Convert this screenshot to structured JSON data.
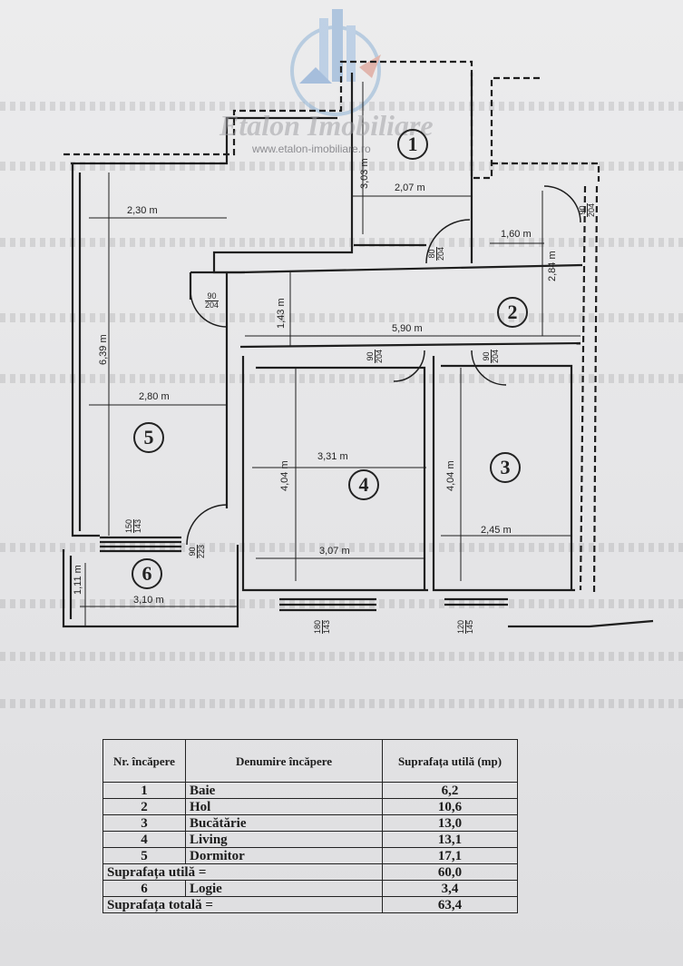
{
  "watermark": {
    "brand": "Etalon Imobiliare",
    "url": "www.etalon-imobiliare.ro"
  },
  "dimensions": {
    "d1": "3,03 m",
    "d2": "2,07 m",
    "d3": "1,60 m",
    "d4": "2,84 m",
    "d5": "2,30 m",
    "d6": "1,43 m",
    "d7": "5,90 m",
    "d8": "6,39 m",
    "d9": "2,80 m",
    "d10": "3,31 m",
    "d11": "4,04 m",
    "d12": "4,04 m",
    "d13": "2,45 m",
    "d14": "3,07 m",
    "d15": "1,11 m",
    "d16": "3,10 m"
  },
  "doors": [
    {
      "top": "80",
      "bottom": "204"
    },
    {
      "top": "90",
      "bottom": "204"
    },
    {
      "top": "90",
      "bottom": "204"
    },
    {
      "top": "90",
      "bottom": "204"
    },
    {
      "top": "90",
      "bottom": "204"
    },
    {
      "top": "150",
      "bottom": "143"
    },
    {
      "top": "90",
      "bottom": "223"
    },
    {
      "top": "180",
      "bottom": "143"
    },
    {
      "top": "120",
      "bottom": "145"
    }
  ],
  "rooms": [
    "1",
    "2",
    "3",
    "4",
    "5",
    "6"
  ],
  "table": {
    "header": {
      "nr": "Nr. încăpere",
      "name": "Denumire încăpere",
      "area": "Suprafața utilă (mp)"
    },
    "rows": [
      {
        "nr": "1",
        "name": "Baie",
        "area": "6,2"
      },
      {
        "nr": "2",
        "name": "Hol",
        "area": "10,6"
      },
      {
        "nr": "3",
        "name": "Bucătărie",
        "area": "13,0"
      },
      {
        "nr": "4",
        "name": "Living",
        "area": "13,1"
      },
      {
        "nr": "5",
        "name": "Dormitor",
        "area": "17,1"
      }
    ],
    "useful": {
      "label": "Suprafața utilă  =",
      "area": "60,0"
    },
    "logia": {
      "nr": "6",
      "name": "Logie",
      "area": "3,4"
    },
    "total": {
      "label": "Suprafața totală  =",
      "area": "63,4"
    }
  }
}
